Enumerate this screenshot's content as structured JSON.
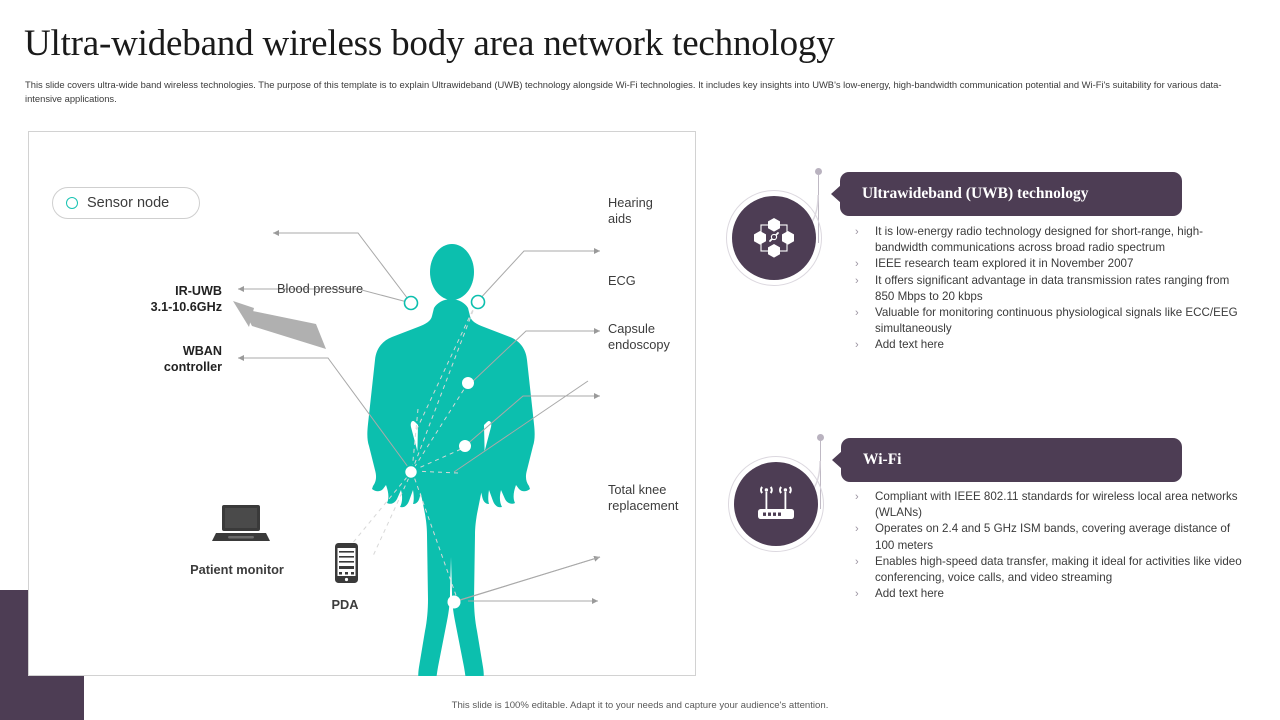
{
  "slide": {
    "title": "Ultra-wideband wireless body area network technology",
    "subtitle": "This slide covers ultra-wide band wireless technologies. The purpose of this template is to explain Ultrawideband (UWB) technology alongside Wi-Fi technologies. It includes key insights into UWB's low-energy, high-bandwidth communication potential and Wi-Fi's suitability for various data-intensive applications.",
    "footer": "This slide is 100% editable. Adapt it to your needs and capture your audience's attention."
  },
  "colors": {
    "accent_purple": "#4d3d54",
    "body_teal": "#0cbfae",
    "legend_ring": "#19c3b2",
    "connector_gray": "#a9a9a9"
  },
  "diagram": {
    "legend": {
      "label": "Sensor node",
      "icon": "circle-outline-icon"
    },
    "left_labels": [
      {
        "key": "ir_uwb",
        "line1": "IR-UWB",
        "line2": "3.1-10.6GHz"
      },
      {
        "key": "wban",
        "line1": "WBAN",
        "line2": "controller"
      }
    ],
    "inline_labels": [
      {
        "key": "blood_pressure",
        "text": "Blood pressure"
      }
    ],
    "right_labels": [
      {
        "key": "hearing_aids",
        "line1": "Hearing",
        "line2": "aids"
      },
      {
        "key": "ecg",
        "line1": "ECG",
        "line2": ""
      },
      {
        "key": "capsule",
        "line1": "Capsule",
        "line2": "endoscopy"
      },
      {
        "key": "knee",
        "line1": "Total knee",
        "line2": "replacement"
      }
    ],
    "devices": [
      {
        "key": "patient_monitor",
        "label": "Patient monitor",
        "icon": "laptop-icon"
      },
      {
        "key": "pda",
        "label": "PDA",
        "icon": "smartphone-icon"
      }
    ]
  },
  "panels": [
    {
      "id": "uwb",
      "icon": "network-nodes-icon",
      "title": "Ultrawideband (UWB) technology",
      "bullet_mark": "›",
      "bullets": [
        "It is low-energy  radio technology designed for short-range, high-bandwidth  communications across broad radio  spectrum",
        "IEEE research team explored it in November  2007",
        "It offers  significant advantage  in data transmission rates ranging  from 850 Mbps to 20 kbps",
        "Valuable for monitoring  continuous  physiological signals like ECC/EEG simultaneously",
        "Add text here"
      ]
    },
    {
      "id": "wifi",
      "icon": "wifi-router-icon",
      "title": "Wi-Fi",
      "bullet_mark": "›",
      "bullets": [
        "Compliant with IEEE 802.11 standards for  wireless local area networks (WLANs)",
        "Operates on 2.4 and 5 GHz ISM bands, covering  average distance of 100 meters",
        "Enables high-speed  data transfer, making it ideal for activities like video  conferencing,  voice  calls, and video  streaming",
        "Add text here"
      ]
    }
  ]
}
